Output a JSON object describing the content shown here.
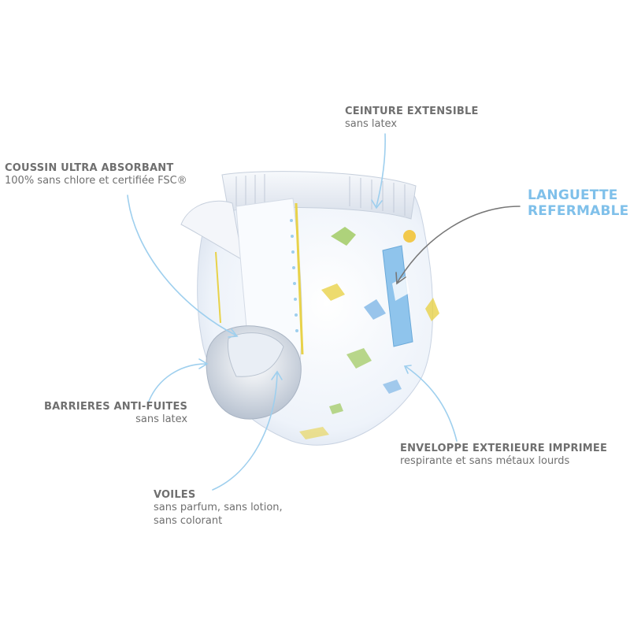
{
  "labels": {
    "ceinture": {
      "title": "CEINTURE EXTENSIBLE",
      "sub": "sans latex"
    },
    "coussin": {
      "title": "COUSSIN ULTRA ABSORBANT",
      "sub": "100% sans chlore et certifiée FSC®"
    },
    "languette": {
      "line1": "LANGUETTE",
      "line2": "REFERMABLE"
    },
    "barrieres": {
      "title": "BARRIERES ANTI-FUITES",
      "sub": "sans latex"
    },
    "voiles": {
      "title": "VOILES",
      "sub1": "sans parfum, sans lotion,",
      "sub2": "sans colorant"
    },
    "enveloppe": {
      "title": "ENVELOPPE EXTERIEURE IMPRIMEE",
      "sub": "respirante et sans métaux lourds"
    }
  },
  "colors": {
    "label_gray": "#6f6f6f",
    "accent_blue": "#7fc0ea",
    "arrow_blue": "#9ecfee",
    "arrow_gray": "#777777",
    "print_yellow": "#e8d24a",
    "print_green": "#9cc85a"
  }
}
